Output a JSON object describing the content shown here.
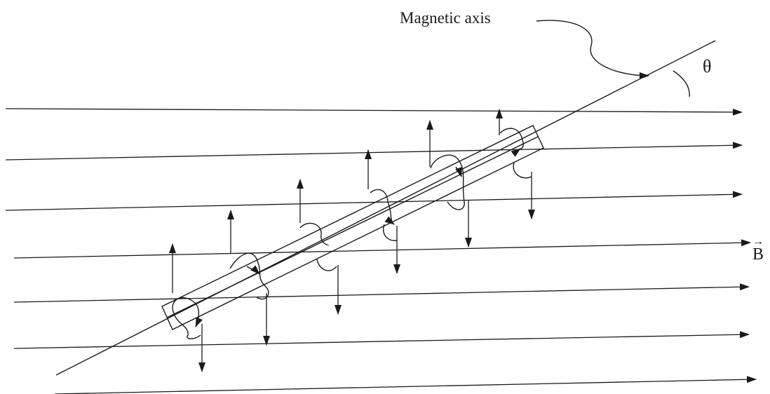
{
  "labels": {
    "axis": "Magnetic axis",
    "angle": "θ",
    "field": "B",
    "field_vector_mark": "→"
  },
  "colors": {
    "ink": "#1a1a1a",
    "background": "#ffffff"
  }
}
